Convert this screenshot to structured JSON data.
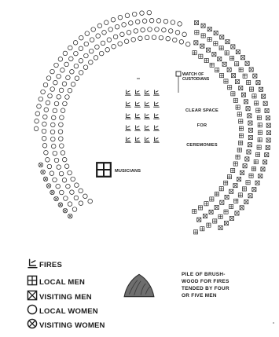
{
  "diagram": {
    "labels": {
      "watch_line1": "WATCH OF",
      "watch_line2": "CUSTODIANS",
      "clear1": "CLEAR SPACE",
      "clear2": "FOR",
      "clear3": "CEREMONIES",
      "musicians": "MUSICIANS",
      "note1": "PILE OF BRUSH-",
      "note2": "WOOD FOR FIRES",
      "note3": "TENDED BY FOUR",
      "note4": "OR FIVE MEN"
    },
    "legend": [
      {
        "symbol": "fire-icon",
        "label": "FIRES"
      },
      {
        "symbol": "local-men-icon",
        "label": "LOCAL MEN"
      },
      {
        "symbol": "visiting-men-icon",
        "label": "VISITING MEN"
      },
      {
        "symbol": "local-women-icon",
        "label": "LOCAL WOMEN"
      },
      {
        "symbol": "visiting-women-icon",
        "label": "VISITING WOMEN"
      }
    ],
    "colors": {
      "ink": "#1a1a1a",
      "paper": "#ffffff"
    }
  }
}
